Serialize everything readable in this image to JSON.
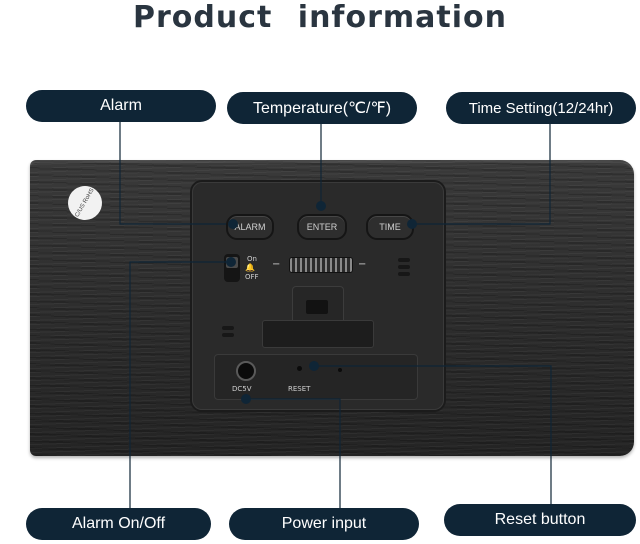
{
  "page": {
    "title": "Product information"
  },
  "callouts": {
    "alarm": "Alarm",
    "temperature": "Temperature(℃/℉)",
    "time_setting": "Time Setting(12/24hr)",
    "alarm_on_off": "Alarm On/Off",
    "power_input": "Power input",
    "reset_button": "Reset button"
  },
  "device": {
    "buttons": {
      "alarm": "ALARM",
      "enter": "ENTER",
      "time": "TIME"
    },
    "switch_labels": {
      "on": "On",
      "off": "OFF"
    },
    "wheel_minus_left": "−",
    "wheel_minus_right": "−",
    "dc_label": "DC5V",
    "reset_label": "RESET",
    "sticker_text": "C/US RoHS"
  },
  "colors": {
    "callout_bg": "#0f2536",
    "wood": "#2e2e2e",
    "leader_line": "#0f2536"
  }
}
